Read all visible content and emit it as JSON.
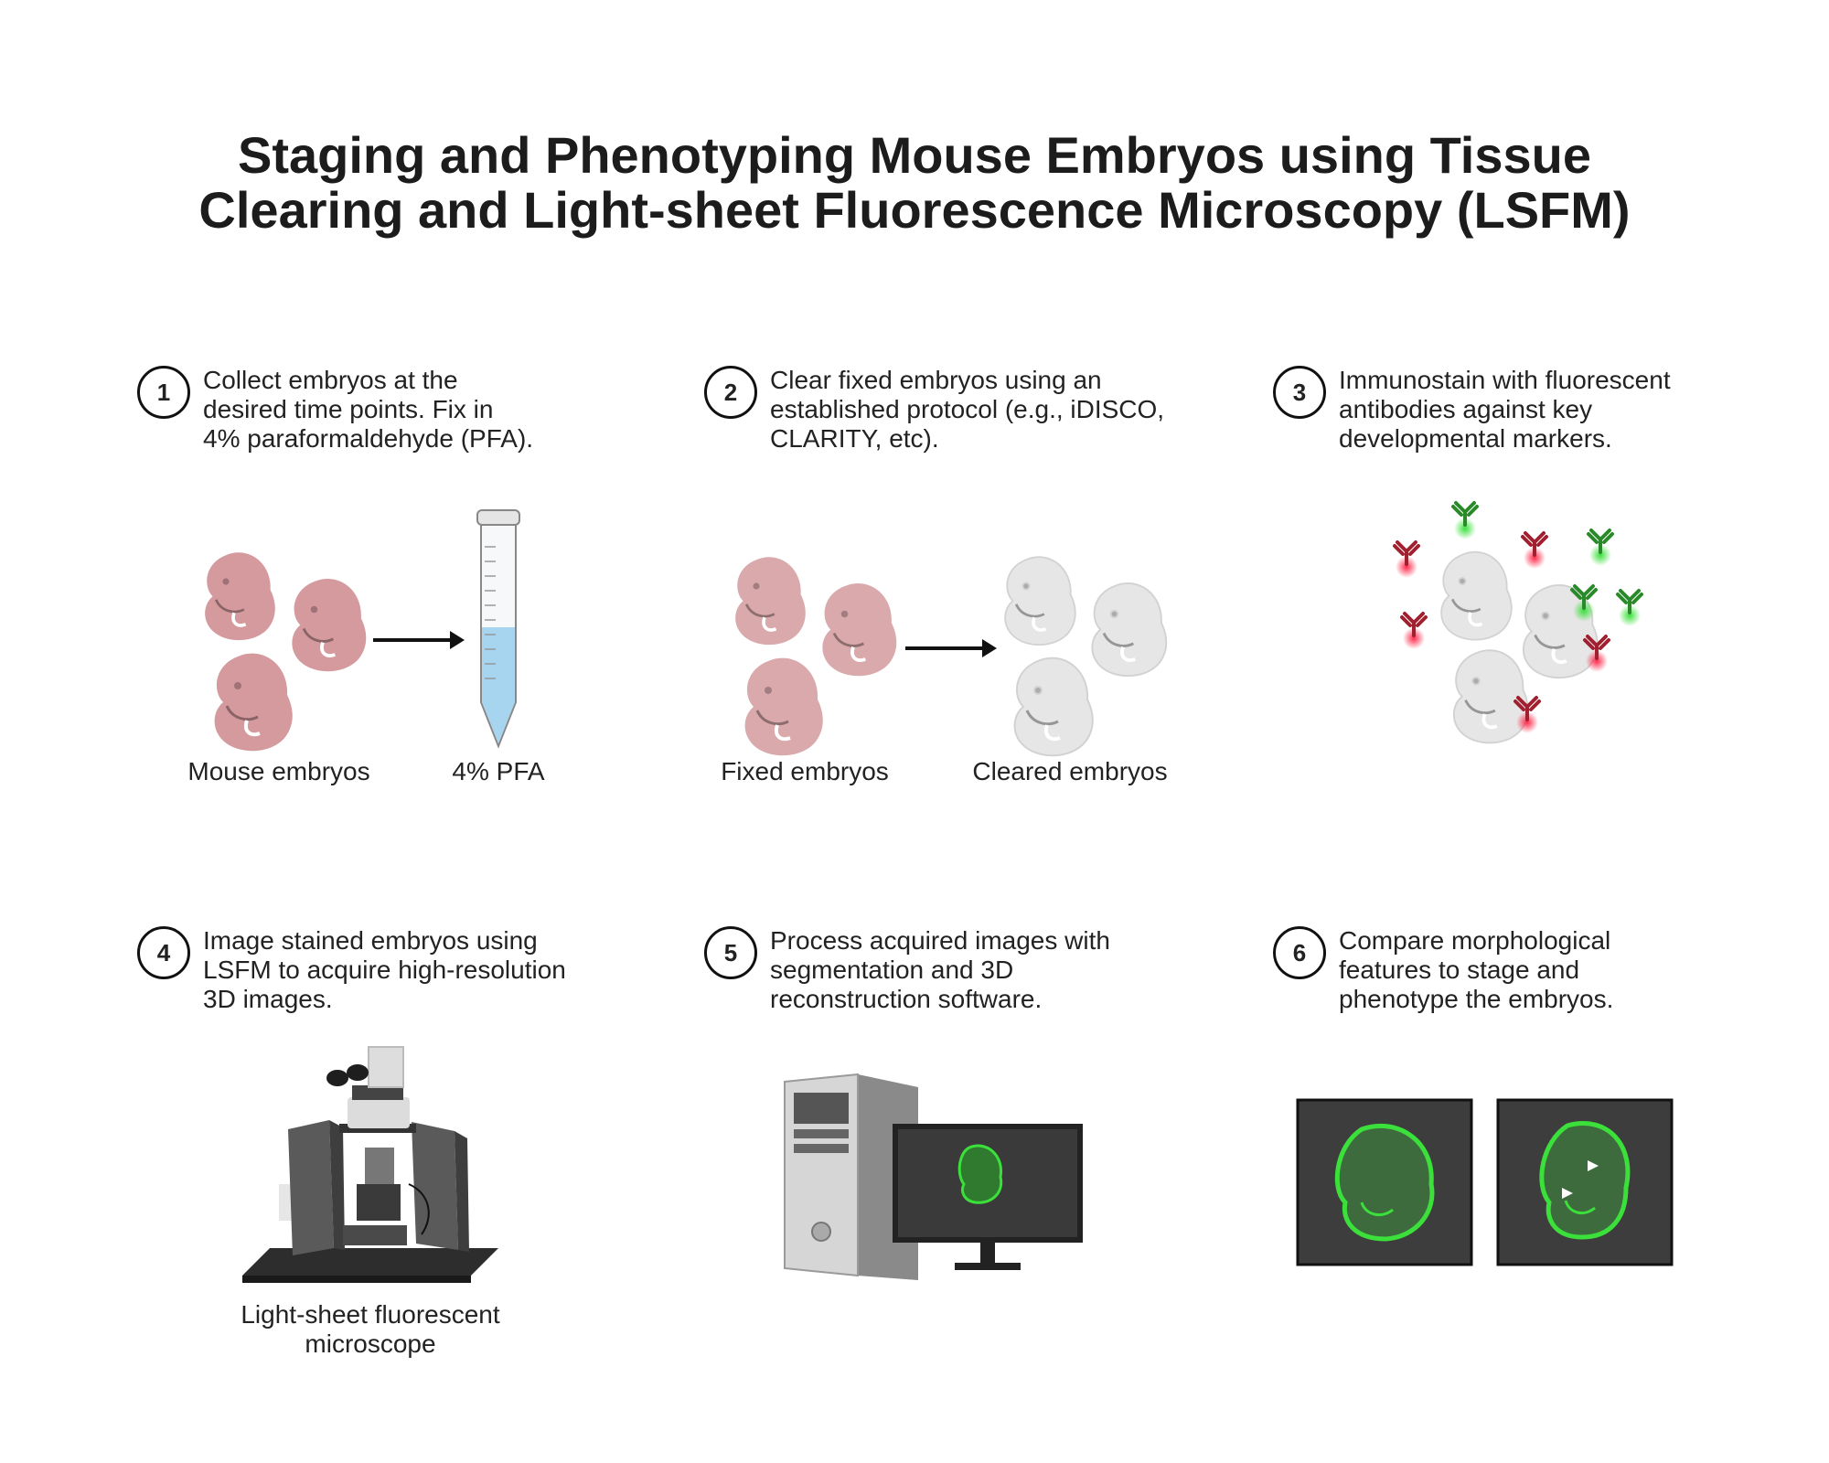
{
  "title": {
    "line1": "Staging and Phenotyping Mouse Embryos using Tissue",
    "line2": "Clearing and Light-sheet Fluorescence Microscopy (LSFM)"
  },
  "steps": [
    {
      "number": "1",
      "lines": [
        "Collect embryos at the",
        "desired time points. Fix in",
        "4% paraformaldehyde (PFA)."
      ]
    },
    {
      "number": "2",
      "lines": [
        "Clear fixed embryos using an",
        "established protocol (e.g., iDISCO,",
        "CLARITY, etc)."
      ]
    },
    {
      "number": "3",
      "lines": [
        "Immunostain with fluorescent",
        "antibodies against key",
        "developmental markers."
      ]
    },
    {
      "number": "4",
      "lines": [
        "Image stained embryos using",
        "LSFM to acquire high-resolution",
        "3D images."
      ]
    },
    {
      "number": "5",
      "lines": [
        "Process acquired images with",
        "segmentation and 3D",
        "reconstruction software."
      ]
    },
    {
      "number": "6",
      "lines": [
        "Compare morphological",
        "features to stage and",
        "phenotype the embryos."
      ]
    }
  ],
  "captions": {
    "mouse_embryos": "Mouse embryos",
    "pfa": "4% PFA",
    "fixed_embryos": "Fixed embryos",
    "cleared_embryos": "Cleared embryos",
    "microscope_line1": "Light-sheet fluorescent",
    "microscope_line2": "microscope"
  },
  "colors": {
    "embryo_pink": "#d49a9e",
    "embryo_clear": "#e6e6e6",
    "fluor_green": "#3be03b",
    "fluor_red": "#ff2a4a",
    "screen_dark": "#3a3a3a"
  }
}
